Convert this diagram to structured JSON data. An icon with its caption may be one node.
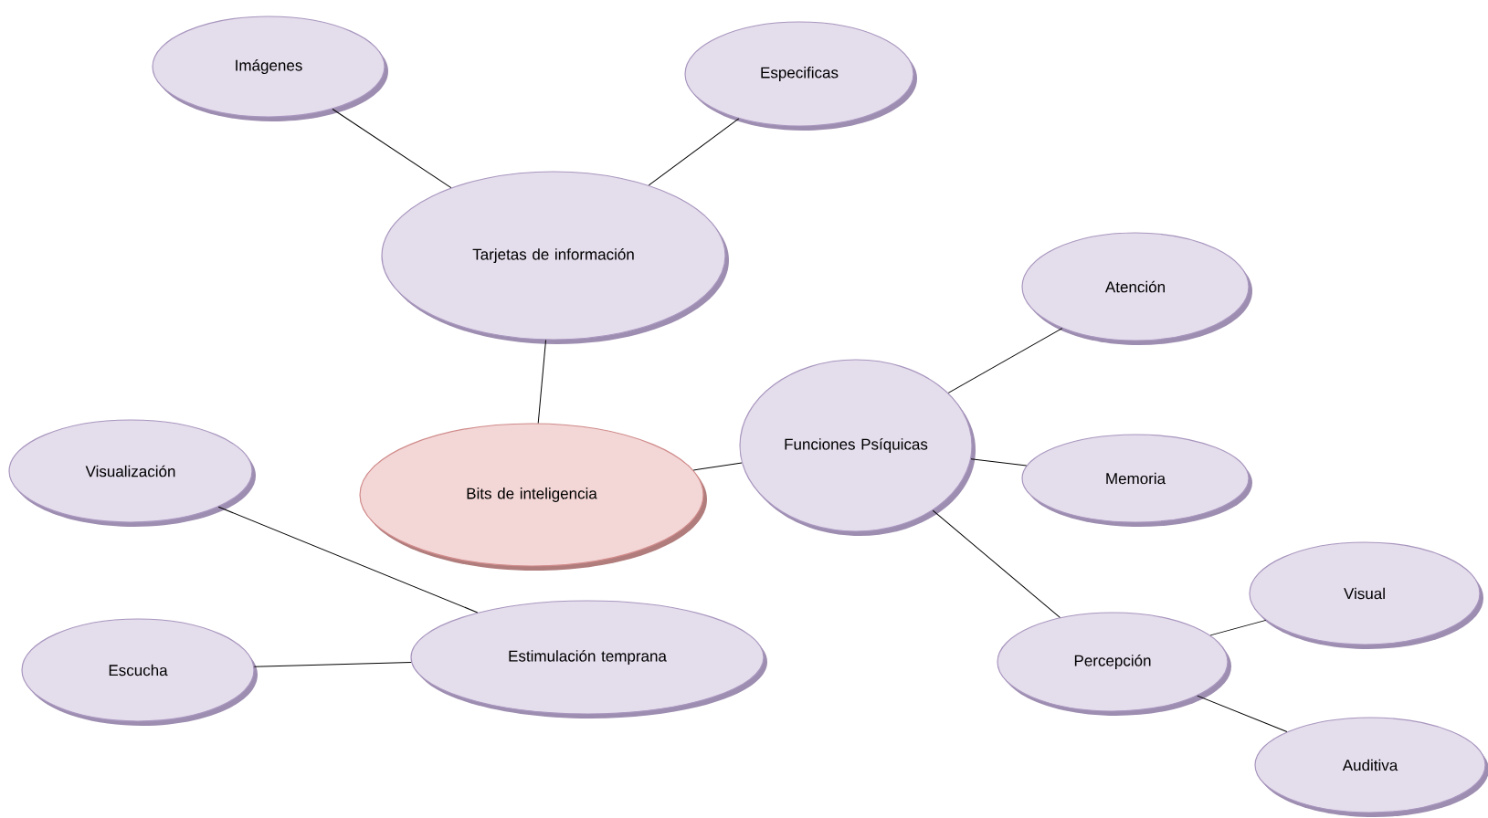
{
  "diagram": {
    "nodes": [
      {
        "text": [
          "Imágenes"
        ]
      },
      {
        "text": [
          "Especificas"
        ]
      },
      {
        "text": [
          "Tarjetas de información"
        ]
      },
      {
        "text": [
          "Atención"
        ]
      },
      {
        "text": [
          "Visualización"
        ]
      },
      {
        "text": [
          "Bits de inteligencia"
        ]
      },
      {
        "text": [
          "Funciones Psíquicas"
        ]
      },
      {
        "text": [
          "Memoria"
        ]
      },
      {
        "text": [
          "Visual"
        ]
      },
      {
        "text": [
          "Estimulación temprana"
        ]
      },
      {
        "text": [
          "Escucha"
        ]
      },
      {
        "text": [
          "Percepción"
        ]
      },
      {
        "text": [
          "Auditiva"
        ]
      }
    ],
    "edges": [
      {
        "from": 2,
        "to": 0,
        "arrow": "none"
      },
      {
        "from": 2,
        "to": 1,
        "arrow": "none"
      },
      {
        "from": 2,
        "to": 5,
        "arrow": "none"
      },
      {
        "from": 5,
        "to": 6,
        "arrow": "none"
      },
      {
        "from": 6,
        "to": 3,
        "arrow": "none"
      },
      {
        "from": 6,
        "to": 7,
        "arrow": "none"
      },
      {
        "from": 6,
        "to": 11,
        "arrow": "none"
      },
      {
        "from": 11,
        "to": 8,
        "arrow": "none"
      },
      {
        "from": 11,
        "to": 12,
        "arrow": "none"
      },
      {
        "from": 9,
        "to": 4,
        "arrow": "none"
      },
      {
        "from": 9,
        "to": 10,
        "arrow": "none"
      }
    ]
  }
}
